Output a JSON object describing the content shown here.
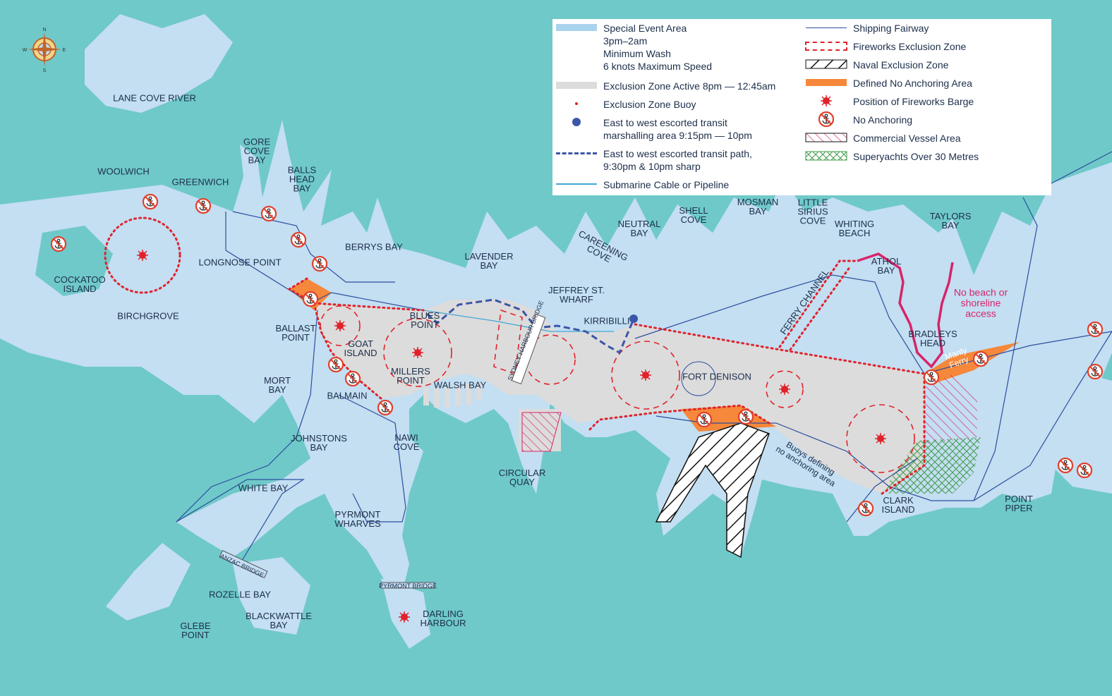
{
  "map": {
    "compass": {
      "north": "N",
      "south": "S",
      "east": "E",
      "west": "W"
    },
    "places": [
      {
        "id": "lane-cove-river",
        "text": "LANE COVE RIVER"
      },
      {
        "id": "woolwich",
        "text": "WOOLWICH"
      },
      {
        "id": "greenwich",
        "text": "GREENWICH"
      },
      {
        "id": "gore-cove-bay",
        "text": "GORE\nCOVE\nBAY"
      },
      {
        "id": "balls-head-bay",
        "text": "BALLS\nHEAD\nBAY"
      },
      {
        "id": "cockatoo-island",
        "text": "COCKATOO\nISLAND"
      },
      {
        "id": "longnose-point",
        "text": "LONGNOSE POINT"
      },
      {
        "id": "berrys-bay",
        "text": "BERRYS BAY"
      },
      {
        "id": "birchgrove",
        "text": "BIRCHGROVE"
      },
      {
        "id": "ballast-point",
        "text": "BALLAST\nPOINT"
      },
      {
        "id": "goat-island",
        "text": "GOAT\nISLAND"
      },
      {
        "id": "blues-point",
        "text": "BLUES\nPOINT"
      },
      {
        "id": "lavender-bay",
        "text": "LAVENDER\nBAY"
      },
      {
        "id": "mort-bay",
        "text": "MORT\nBAY"
      },
      {
        "id": "balmain",
        "text": "BALMAIN"
      },
      {
        "id": "millers-point",
        "text": "MILLERS\nPOINT"
      },
      {
        "id": "walsh-bay",
        "text": "WALSH BAY"
      },
      {
        "id": "johnstons-bay",
        "text": "JOHNSTONS\nBAY"
      },
      {
        "id": "nawi-cove",
        "text": "NAWI\nCOVE"
      },
      {
        "id": "white-bay",
        "text": "WHITE BAY"
      },
      {
        "id": "pyrmont-wharves",
        "text": "PYRMONT\nWHARVES"
      },
      {
        "id": "circular-quay",
        "text": "CIRCULAR\nQUAY"
      },
      {
        "id": "jeffrey-st-wharf",
        "text": "JEFFREY ST.\nWHARF"
      },
      {
        "id": "kirribilli",
        "text": "KIRRIBILLI"
      },
      {
        "id": "neutral-bay",
        "text": "NEUTRAL\nBAY"
      },
      {
        "id": "shell-cove",
        "text": "SHELL\nCOVE"
      },
      {
        "id": "mosman-bay",
        "text": "MOSMAN\nBAY"
      },
      {
        "id": "little-sirius-cove",
        "text": "LITTLE\nSIRIUS\nCOVE"
      },
      {
        "id": "whiting-beach",
        "text": "WHITING\nBEACH"
      },
      {
        "id": "taylors-bay",
        "text": "TAYLORS\nBAY"
      },
      {
        "id": "athol-bay",
        "text": "ATHOL\nBAY"
      },
      {
        "id": "bradleys-head",
        "text": "BRADLEYS\nHEAD"
      },
      {
        "id": "fort-denison",
        "text": "FORT DENISON"
      },
      {
        "id": "clark-island",
        "text": "CLARK\nISLAND"
      },
      {
        "id": "point-piper",
        "text": "POINT\nPIPER"
      },
      {
        "id": "rozelle-bay",
        "text": "ROZELLE BAY"
      },
      {
        "id": "blackwattle-bay",
        "text": "BLACKWATTLE\nBAY"
      },
      {
        "id": "glebe-point",
        "text": "GLEBE\nPOINT"
      },
      {
        "id": "darling-harbour",
        "text": "DARLING\nHARBOUR"
      }
    ],
    "rotated_labels": [
      {
        "id": "careening-cove",
        "text": "CAREENING\nCOVE"
      },
      {
        "id": "ferry-channel",
        "text": "FERRY CHANNEL"
      },
      {
        "id": "sydney-harbour-bridge",
        "text": "SYDNEY HARBOUR BRIDGE"
      },
      {
        "id": "anzac-bridge",
        "text": "ANZAC BRIDGE"
      },
      {
        "id": "pyrmont-bridge",
        "text": "PYRMONT BRIDGE"
      },
      {
        "id": "manly-ferry",
        "text": "Manly\nFerry"
      },
      {
        "id": "buoys-note",
        "text": "Buoys defining\nno anchoring area"
      }
    ],
    "annotation": "No beach or\nshoreline\naccess"
  },
  "legend": {
    "left": [
      {
        "id": "special-event-area",
        "text": "Special Event Area\n3pm–2am\nMinimum Wash\n6 knots Maximum Speed",
        "symbol": "light-blue-fill"
      },
      {
        "id": "exclusion-zone-active",
        "text": "Exclusion Zone Active 8pm — 12:45am",
        "symbol": "grey-fill"
      },
      {
        "id": "exclusion-zone-buoy",
        "text": "Exclusion Zone Buoy",
        "symbol": "red-dot"
      },
      {
        "id": "marshalling-area",
        "text": "East to west escorted transit\nmarshalling area 9:15pm — 10pm",
        "symbol": "blue-dot"
      },
      {
        "id": "transit-path",
        "text": "East to west escorted transit path,\n9:30pm & 10pm sharp",
        "symbol": "blue-dashed-line"
      },
      {
        "id": "submarine-cable",
        "text": "Submarine Cable or Pipeline",
        "symbol": "cyan-line"
      }
    ],
    "right": [
      {
        "id": "shipping-fairway",
        "text": "Shipping Fairway",
        "symbol": "navy-line"
      },
      {
        "id": "fireworks-exclusion",
        "text": "Fireworks Exclusion Zone",
        "symbol": "red-dashed-box"
      },
      {
        "id": "naval-exclusion",
        "text": "Naval Exclusion Zone",
        "symbol": "black-hatch"
      },
      {
        "id": "no-anchoring-area",
        "text": "Defined No Anchoring Area",
        "symbol": "orange-fill"
      },
      {
        "id": "fireworks-barge",
        "text": "Position of Fireworks Barge",
        "symbol": "red-burst"
      },
      {
        "id": "no-anchoring",
        "text": "No Anchoring",
        "symbol": "anchor-icon"
      },
      {
        "id": "commercial-vessel",
        "text": "Commercial Vessel Area",
        "symbol": "hatch-box"
      },
      {
        "id": "superyachts",
        "text": "Superyachts Over 30 Metres",
        "symbol": "green-crosshatch"
      }
    ]
  },
  "colors": {
    "water": "#6fc9c9",
    "event_area": "#c4def2",
    "exclusion": "#dcdcdc",
    "buoy": "#e0232b",
    "orange": "#f5883a",
    "navy": "#2c4f9e",
    "cable": "#44a7d6",
    "pink": "#d6256a",
    "green": "#3f9a4a"
  }
}
